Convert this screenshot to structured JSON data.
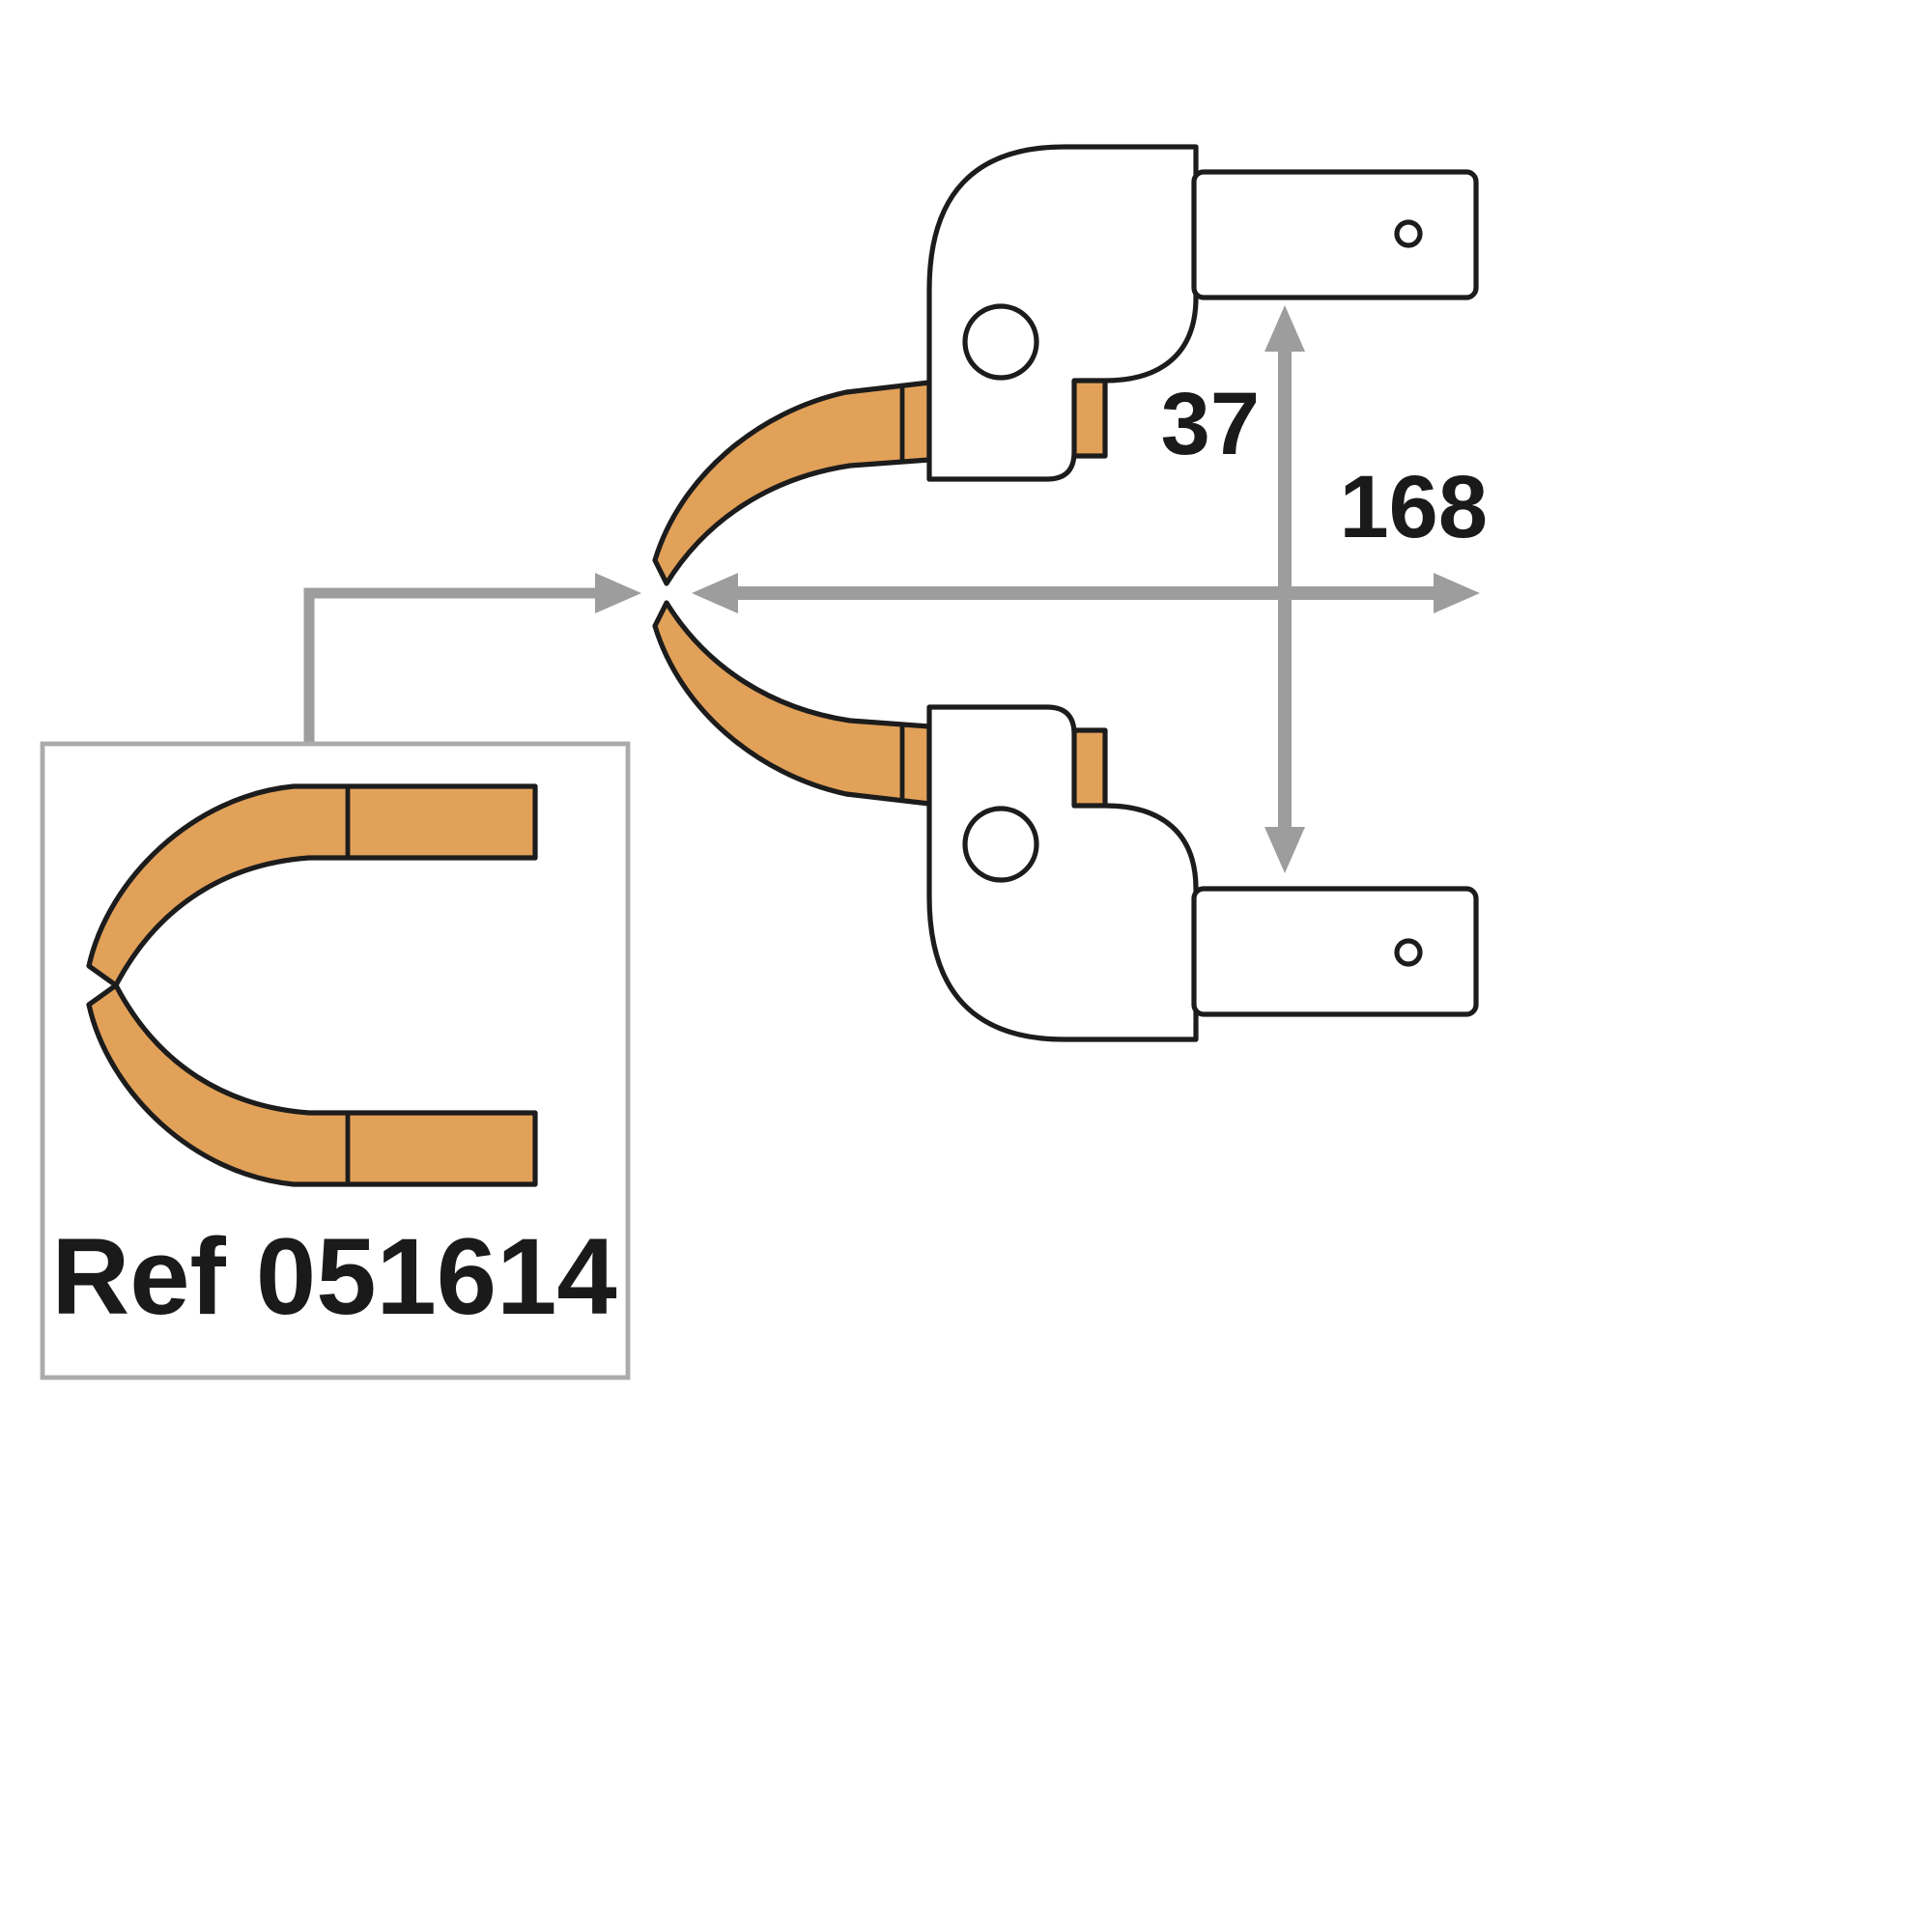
{
  "diagram": {
    "title": "electrode-arm-dimension-diagram",
    "dimensions": {
      "vertical": "37",
      "horizontal": "168"
    },
    "reference": {
      "label": "Ref 051614"
    }
  },
  "colors": {
    "copper": "#E2A159",
    "outline": "#1c1c1c",
    "arrow_gray": "#9D9D9D",
    "box_border": "#ABABAB"
  }
}
